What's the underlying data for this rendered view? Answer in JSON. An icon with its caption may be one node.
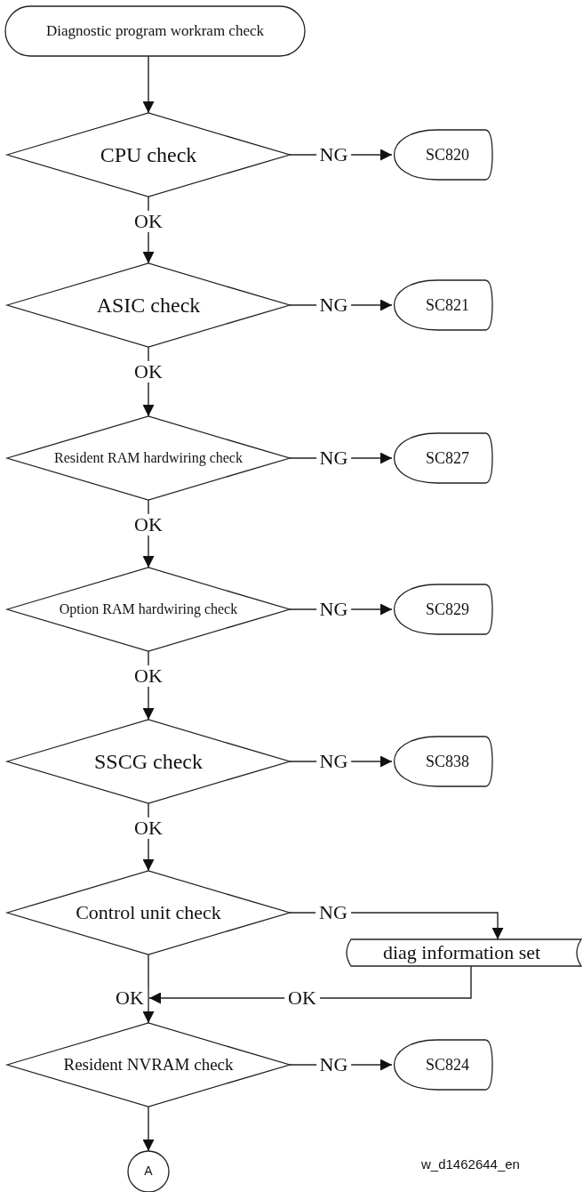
{
  "diagram": {
    "nodes": [
      {
        "text": [
          "Diagnostic program workram check"
        ]
      },
      {
        "text": [
          "CPU check"
        ]
      },
      {
        "text": [
          "SC820"
        ]
      },
      {
        "text": [
          "ASIC check"
        ]
      },
      {
        "text": [
          "SC821"
        ]
      },
      {
        "text": [
          "Resident RAM hardwiring check"
        ]
      },
      {
        "text": [
          "SC827"
        ]
      },
      {
        "text": [
          "Option RAM hardwiring check"
        ]
      },
      {
        "text": [
          "SC829"
        ]
      },
      {
        "text": [
          "SSCG check"
        ]
      },
      {
        "text": [
          "SC838"
        ]
      },
      {
        "text": [
          "Control unit check"
        ]
      },
      {
        "text": [
          "diag information set"
        ]
      },
      {
        "text": [
          "Resident NVRAM check"
        ]
      },
      {
        "text": [
          "SC824"
        ]
      },
      {
        "text": [
          "A"
        ]
      }
    ],
    "edges": [
      {
        "from": 0,
        "to": 1,
        "arrow": "to"
      },
      {
        "from": 1,
        "to": 2,
        "arrow": "to",
        "label": "NG"
      },
      {
        "from": 1,
        "to": 3,
        "arrow": "to",
        "label": "OK"
      },
      {
        "from": 3,
        "to": 4,
        "arrow": "to",
        "label": "NG"
      },
      {
        "from": 3,
        "to": 5,
        "arrow": "to",
        "label": "OK"
      },
      {
        "from": 5,
        "to": 6,
        "arrow": "to",
        "label": "NG"
      },
      {
        "from": 5,
        "to": 7,
        "arrow": "to",
        "label": "OK"
      },
      {
        "from": 7,
        "to": 8,
        "arrow": "to",
        "label": "NG"
      },
      {
        "from": 7,
        "to": 9,
        "arrow": "to",
        "label": "OK"
      },
      {
        "from": 9,
        "to": 10,
        "arrow": "to",
        "label": "NG"
      },
      {
        "from": 9,
        "to": 11,
        "arrow": "to",
        "label": "OK"
      },
      {
        "from": 11,
        "to": 12,
        "arrow": "to",
        "label": "NG"
      },
      {
        "from": 11,
        "to": 13,
        "arrow": "to",
        "label": "OK"
      },
      {
        "from": 12,
        "to": 13,
        "arrow": "to",
        "label": "OK"
      },
      {
        "from": 13,
        "to": 14,
        "arrow": "to",
        "label": "NG"
      },
      {
        "from": 13,
        "to": 15,
        "arrow": "to"
      }
    ],
    "labels": [
      "w_d1462644_en"
    ]
  }
}
